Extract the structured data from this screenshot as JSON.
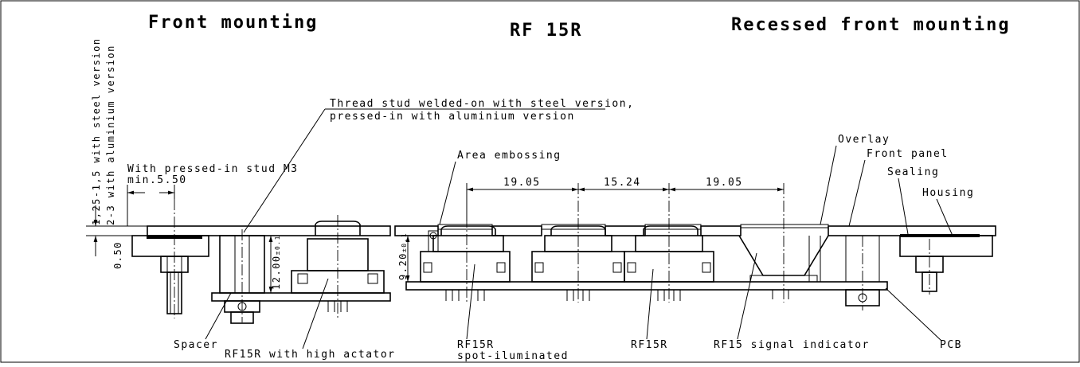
{
  "titles": {
    "left": "Front mounting",
    "center": "RF 15R",
    "right": "Recessed front mounting"
  },
  "vertical_notes": {
    "steel": "1,25-1,5 with steel version",
    "aluminium": "2-3 with aluminium version"
  },
  "dimensions": {
    "thickness": "0.50",
    "height_left": "12.00",
    "height_left_tol": "±0.1",
    "height_right": "9.20",
    "height_right_tol": "±0.1",
    "pitch_1": "19.05",
    "pitch_2": "15.24",
    "pitch_3": "19.05",
    "stud_min": "min.5.50"
  },
  "callouts": {
    "thread_stud_line1": "Thread stud welded-on with steel version,",
    "thread_stud_line2": "pressed-in with aluminium version",
    "pressed_stud": "With pressed-in stud M3",
    "area_embossing": "Area embossing",
    "overlay": "Overlay",
    "front_panel": "Front panel",
    "sealing": "Sealing",
    "housing": "Housing",
    "spacer": "Spacer",
    "rf15r_high": "RF15R with high actator",
    "rf15r_spot_1": "RF15R",
    "rf15r_spot_2": "spot-iluminated",
    "rf15r": "RF15R",
    "signal_indicator": "RF15 signal indicator",
    "pcb": "PCB"
  }
}
